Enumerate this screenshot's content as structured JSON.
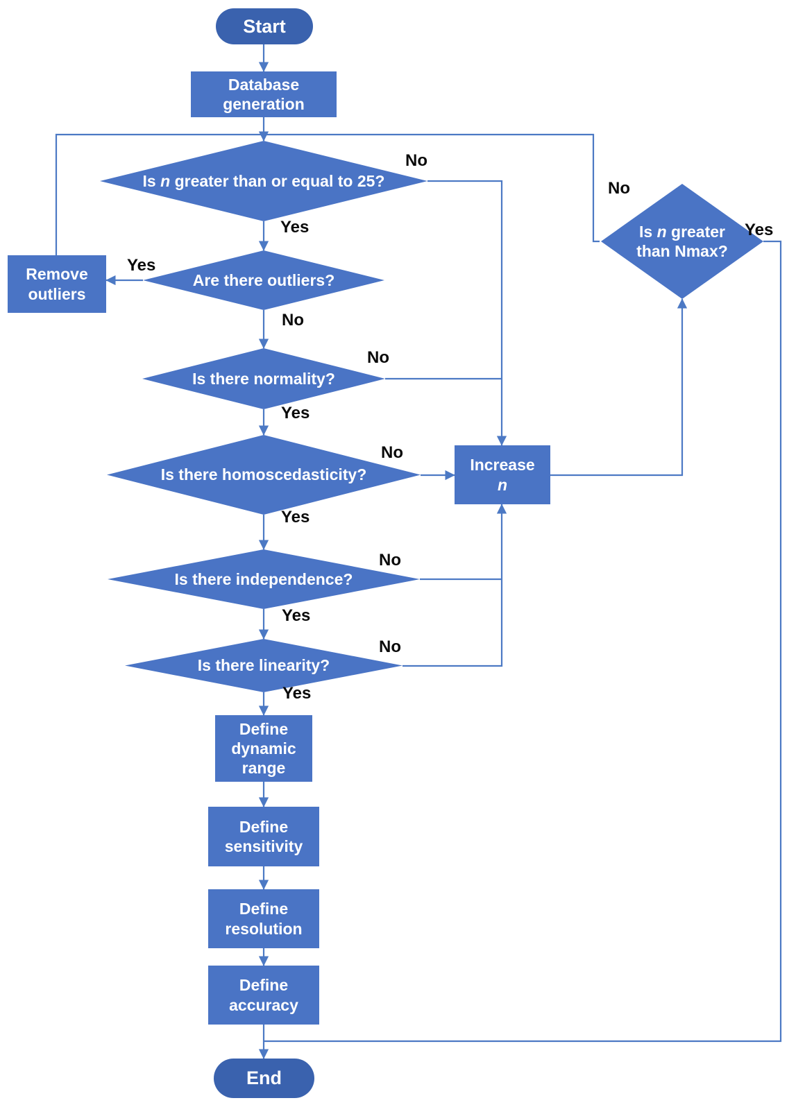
{
  "colors": {
    "background": "#FFFFFF",
    "node_fill": "#4A74C5",
    "terminal_fill": "#3A62AE",
    "line": "#4C79C4",
    "node_text": "#FFFFFF",
    "edge_label": "#0A0A0A"
  },
  "nodes": {
    "start": {
      "label": "Start"
    },
    "database_generation": {
      "line1": "Database",
      "line2": "generation"
    },
    "is_n_ge_25": {
      "pre": "Is",
      "var": "n",
      "post": "greater than or equal to 25?"
    },
    "are_there_outliers": {
      "label": "Are there outliers?"
    },
    "remove_outliers": {
      "line1": "Remove",
      "line2": "outliers"
    },
    "is_there_normality": {
      "label": "Is there normality?"
    },
    "is_there_homoscedasticity": {
      "label": "Is there homoscedasticity?"
    },
    "increase_n": {
      "line1": "Increase",
      "var": "n"
    },
    "is_there_independence": {
      "label": "Is there independence?"
    },
    "is_there_linearity": {
      "label": "Is there linearity?"
    },
    "define_dynamic_range": {
      "line1": "Define",
      "line2": "dynamic",
      "line3": "range"
    },
    "define_sensitivity": {
      "line1": "Define",
      "line2": "sensitivity"
    },
    "define_resolution": {
      "line1": "Define",
      "line2": "resolution"
    },
    "define_accuracy": {
      "line1": "Define",
      "line2": "accuracy"
    },
    "is_n_gt_nmax": {
      "pre": "Is",
      "var": "n",
      "post": "greater",
      "line2": "than Nmax?"
    },
    "end": {
      "label": "End"
    }
  },
  "edge_labels": {
    "n25_no": "No",
    "n25_yes": "Yes",
    "outliers_yes": "Yes",
    "outliers_no": "No",
    "normality_no": "No",
    "normality_yes": "Yes",
    "homoscedasticity_no": "No",
    "homoscedasticity_yes": "Yes",
    "independence_no": "No",
    "independence_yes": "Yes",
    "linearity_no": "No",
    "linearity_yes": "Yes",
    "nmax_no": "No",
    "nmax_yes": "Yes"
  }
}
